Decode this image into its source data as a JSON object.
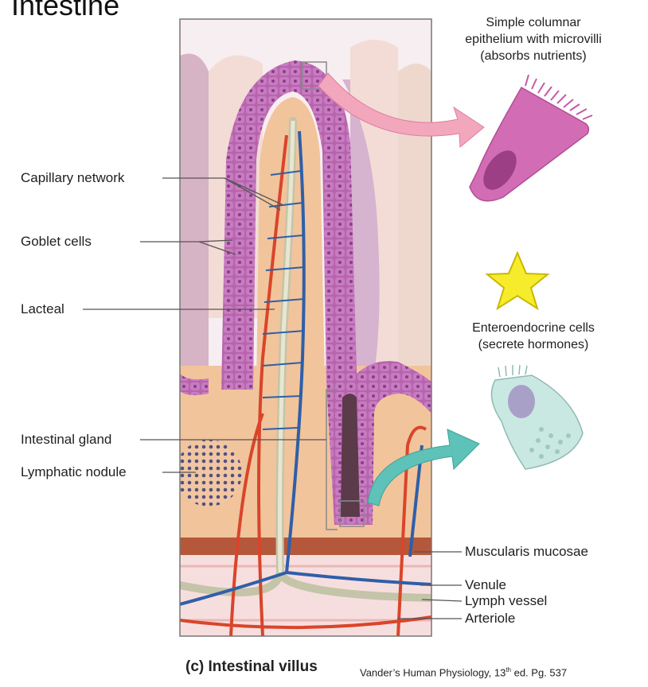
{
  "title": "Intestine",
  "figure_caption": "(c) Intestinal villus",
  "citation": {
    "text": "Vander’s Human Physiology, 13",
    "sup": "th",
    "text_after": " ed. Pg. 537"
  },
  "callouts": {
    "columnar": [
      "Simple columnar",
      "epithelium with microvilli",
      "(absorbs nutrients)"
    ],
    "enteroendocrine": [
      "Enteroendocrine cells",
      "(secrete hormones)"
    ]
  },
  "labels_left": {
    "capillary": "Capillary network",
    "goblet": "Goblet cells",
    "lacteal": "Lacteal",
    "gland": "Intestinal gland",
    "nodule": "Lymphatic nodule"
  },
  "labels_right": {
    "muscularis": "Muscularis mucosae",
    "venule": "Venule",
    "lymph": "Lymph vessel",
    "arteriole": "Arteriole"
  },
  "colors": {
    "epithelium": "#b05aa6",
    "lamina": "#f1c49c",
    "artery": "#d9452a",
    "vein": "#2f5fa8",
    "lacteal": "#d8d8c0",
    "star": "#f7ec2c",
    "arrow_pink": "#f2a7bd",
    "arrow_teal": "#5ec2b8"
  }
}
